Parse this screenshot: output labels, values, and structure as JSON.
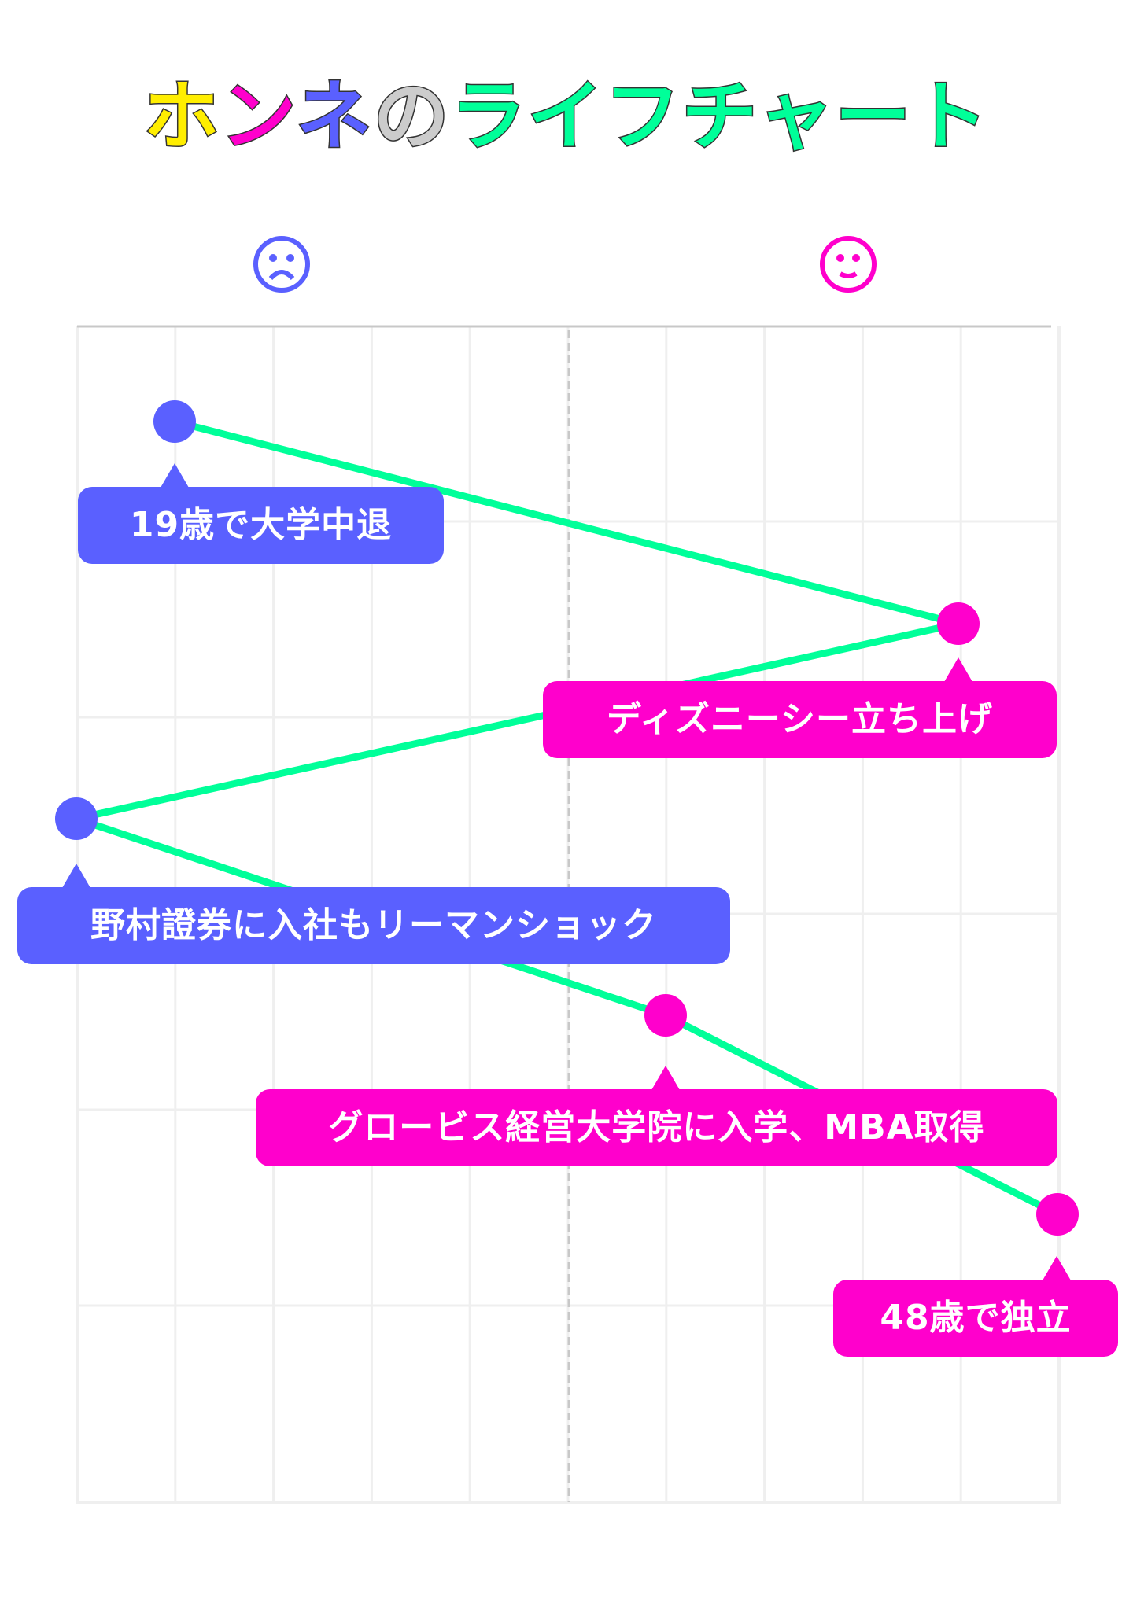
{
  "title": {
    "parts": [
      {
        "text": "ホ",
        "color": "#FFEE00"
      },
      {
        "text": "ン",
        "color": "#FF00CC"
      },
      {
        "text": "ネ",
        "color": "#5A60FF"
      },
      {
        "text": "の",
        "color": "#CCCCCC"
      },
      {
        "text": "ライフチャート",
        "color": "#00FF99"
      }
    ],
    "full": "ホンネのライフチャート"
  },
  "axis_icons": {
    "left": {
      "icon": "sad-face-icon",
      "color": "#5A60FF"
    },
    "right": {
      "icon": "happy-face-icon",
      "color": "#FF00CC"
    }
  },
  "colors": {
    "line": "#00FF99",
    "negative": "#5A60FF",
    "positive": "#FF00CC",
    "grid": "#EFEFEF",
    "top_border": "#C8C8C8",
    "center_dash": "#C8C8C8"
  },
  "chart_data": {
    "type": "line",
    "title": "ホンネのライフチャート",
    "xlabel": "",
    "ylabel": "",
    "orientation": "vertical-timeline",
    "x_axis": {
      "meaning": "happiness (left = sad, right = happy)",
      "range": [
        0,
        10
      ],
      "center": 5,
      "left_icon": "sad face",
      "right_icon": "happy face"
    },
    "y_axis": {
      "meaning": "life events in time order (top to bottom)",
      "range": [
        0,
        6
      ]
    },
    "grid": {
      "columns": 10,
      "rows": 6,
      "center_dashed_line": true
    },
    "points": [
      {
        "order": 1,
        "label": "19歳で大学中退",
        "happiness": 1,
        "row": 0.5,
        "tone": "negative"
      },
      {
        "order": 2,
        "label": "ディズニーシー立ち上げ",
        "happiness": 9,
        "row": 1.5,
        "tone": "positive"
      },
      {
        "order": 3,
        "label": "野村證券に入社もリーマンショック",
        "happiness": 0,
        "row": 2.5,
        "tone": "negative"
      },
      {
        "order": 4,
        "label": "グロービス経営大学院に入学、MBA取得",
        "happiness": 6,
        "row": 3.5,
        "tone": "positive"
      },
      {
        "order": 5,
        "label": "48歳で独立",
        "happiness": 10,
        "row": 4.5,
        "tone": "positive"
      }
    ]
  },
  "callouts": [
    {
      "text": "19歳で大学中退",
      "tone": "blue"
    },
    {
      "text": "ディズニーシー立ち上げ",
      "tone": "pink"
    },
    {
      "text": "野村證券に入社もリーマンショック",
      "tone": "blue"
    },
    {
      "text": "グロービス経営大学院に入学、MBA取得",
      "tone": "pink"
    },
    {
      "text": "48歳で独立",
      "tone": "pink"
    }
  ]
}
